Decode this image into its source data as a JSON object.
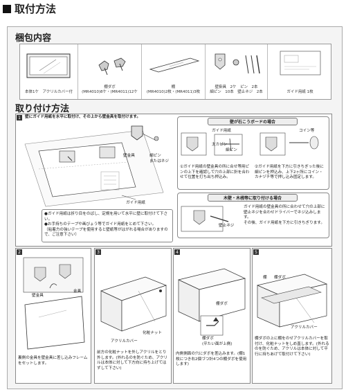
{
  "heading": "取付方法",
  "contents": {
    "title": "梱包内容",
    "items": [
      {
        "label": "本体1ケ　アクリルカバー付"
      },
      {
        "label": "棚ダボ\n(MR4010)8ケ・(MR4011)12ケ"
      },
      {
        "label": "棚\n(MR4010)2枚・(MR4011)3枚"
      },
      {
        "label": "壁掛具　2ケ　ピン　2本\n細ピン　10本　壁止ネジ　2本"
      },
      {
        "label": "ガイド用紙 1枚"
      }
    ]
  },
  "install": {
    "title": "取り付け方法",
    "step1": {
      "num": "1",
      "text": "壁にガイド用紙を水平に取付け、その上から壁金具を取付けます。",
      "labels": {
        "bracket": "壁金具",
        "pin": "細ピン\nまたはネジ",
        "guide": "ガイド用紙"
      },
      "notes": [
        "●ガイド用紙は折り目をのばし、定規を用いて水平に壁に取付けて下さい。",
        "●お手持ちのテープや画びょう等でガイド用紙をとめて下さい。\n（粘着力の強いテープを使用すると壁紙等がはがれる場合がありますので、ご注意下さい）"
      ],
      "gypsum": {
        "title": "壁が石こうボードの場合",
        "labels": {
          "guide": "ガイド用紙",
          "thinpin": "細ピン",
          "fatpin": "太カピン",
          "coin": "コイン等"
        },
        "left": "①ガイド用紙の壁金具の所に合せ等用ピンの上下を確認して穴の上部に針を合わせて位置を打ち出ち押込み。",
        "right": "②ガイド用紙を下方に引きちぎった後に細ピンを押込み、上下2ヶ所にコイン・カナヅチ等で押し込み固定します。"
      },
      "wood": {
        "title": "木壁・木桟等に取り付ける場合",
        "screw": "壁止ネジ",
        "text": "ガイド用紙の壁金具の所に合わせて穴の上部に壁止ネジを合わせドライバーでネジ込みします。\nその後、ガイド用紙を下方に引きちぎります。"
      }
    },
    "step2": {
      "num": "2",
      "labels": {
        "bracket": "壁金具",
        "fitting": "金具"
      },
      "text": "裏側の金具を壁金具に差し込みフレームをセットします。"
    },
    "step3": {
      "num": "3",
      "labels": {
        "nut": "化粧ナット",
        "cover": "アクリルカバー"
      },
      "text": "前方の化粧ナットを外しアクリルをとり外します。(外れるのを防ぐため、アクリルは本体に対して下方向に持ち上げてはずして下さい)"
    },
    "step4": {
      "num": "4",
      "labels": {
        "dowel": "棚ダボ",
        "dowelhole": "棚ダボ\n(平たい面が上側)"
      },
      "text": "内側側面の穴にダボを差込みます。(棚1枚につき右2個づつ計4つの棚ダボを使用します)"
    },
    "step5": {
      "num": "5",
      "labels": {
        "shelf": "棚",
        "dowel": "棚ダボ",
        "cover": "アクリルカバー"
      },
      "text": "棚ダボの上に棚をのせアクリルカバーを取付け、化粧ナットをしめ直します。(外れるのを防ぐため、アクリルは本体に対して平行に持ちあげて取付けて下さい)"
    }
  }
}
